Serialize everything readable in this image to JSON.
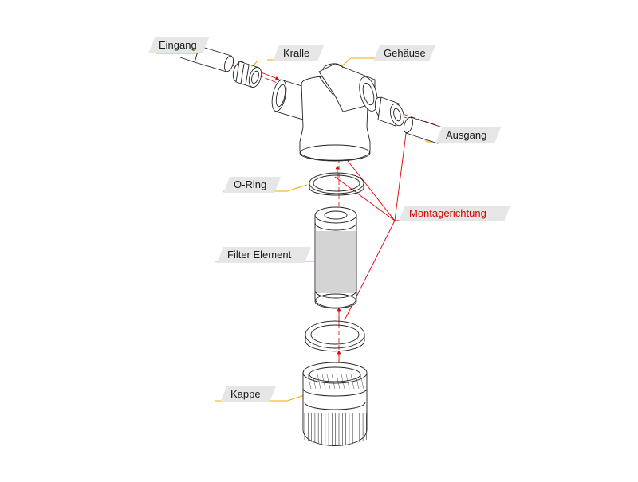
{
  "labels": {
    "eingang": "Eingang",
    "kralle": "Kralle",
    "gehaeuse": "Gehäuse",
    "ausgang": "Ausgang",
    "o_ring": "O-Ring",
    "montagerichtung": "Montagerichtung",
    "filter_element": "Filter Element",
    "kappe": "Kappe"
  },
  "colors": {
    "line": "#222222",
    "accent": "#e00000",
    "leader": "#f0a800",
    "label_bg": "#e6e6e6"
  }
}
